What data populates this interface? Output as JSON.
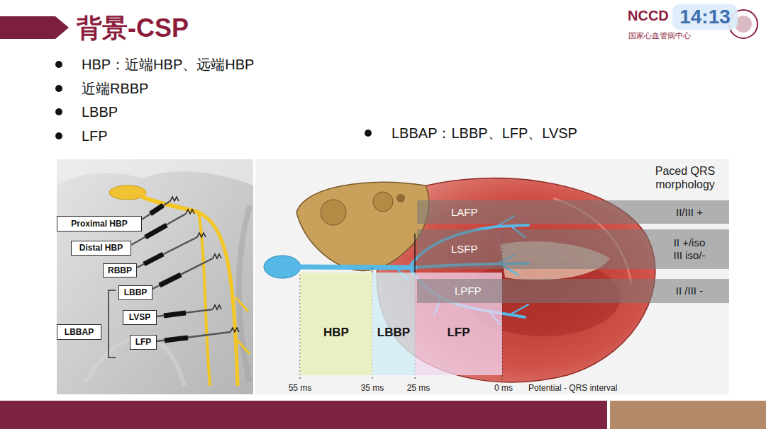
{
  "diagram": {
    "title": "背景-CSP",
    "nodes": [
      {
        "text": [
          "Proximal HBP"
        ]
      },
      {
        "text": [
          "Distal HBP"
        ]
      },
      {
        "text": [
          "RBBP"
        ]
      },
      {
        "text": [
          "LBBP"
        ]
      },
      {
        "text": [
          "LVSP"
        ]
      },
      {
        "text": [
          "LFP"
        ]
      },
      {
        "text": [
          "LBBAP"
        ]
      },
      {
        "text": [
          "HBP"
        ]
      },
      {
        "text": [
          "LBBP"
        ]
      },
      {
        "text": [
          "LFP"
        ]
      },
      {
        "text": [
          "II/III +"
        ]
      },
      {
        "text": [
          "II +/iso III iso/-"
        ]
      },
      {
        "text": [
          "II /III -"
        ]
      }
    ],
    "labels": [
      "NCCD",
      "国家心血管病中心",
      "14:13",
      "HBP：近端HBP、远端HBP",
      "近端RBBP",
      "LBBP",
      "LFP",
      "LBBAP：LBBP、LFP、LVSP",
      "LAFP",
      "LSFP",
      "LPFP",
      "Paced QRS morphology",
      "55 ms",
      "35 ms",
      "25 ms",
      "0 ms",
      "Potential - QRS interval"
    ]
  }
}
